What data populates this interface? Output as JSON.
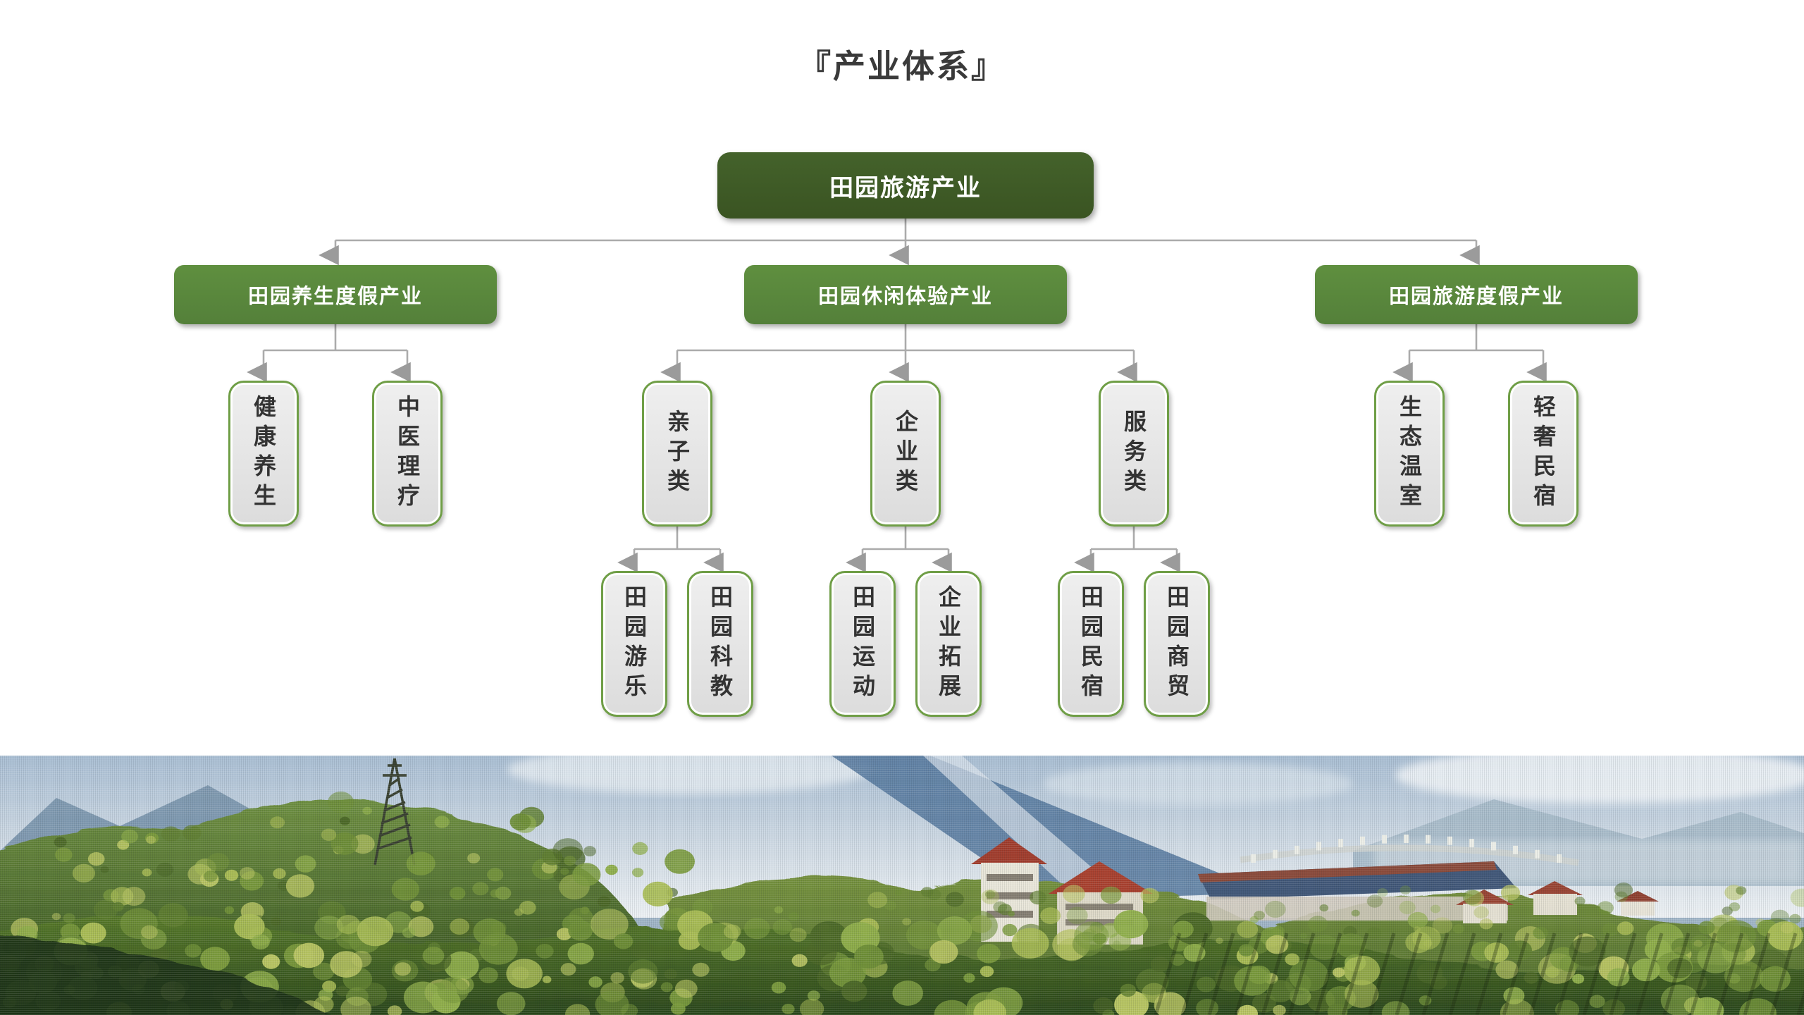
{
  "page": {
    "title": "『产业体系』",
    "background": "#ffffff"
  },
  "colors": {
    "root_green": "#3e5a26",
    "branch_green": "#588a3a",
    "leaf_border_green": "#6f9e46",
    "leaf_fill_gray": "#e3e3e3",
    "connector_gray": "#a9a9a9",
    "title_gray": "#3a3a3a",
    "node_text_white": "#ffffff",
    "leaf_text_dark": "#333333"
  },
  "tree": {
    "root": {
      "label": "田园旅游产业"
    },
    "level2": [
      {
        "label": "田园养生度假产业"
      },
      {
        "label": "田园休闲体验产业"
      },
      {
        "label": "田园旅游度假产业"
      }
    ],
    "level3": [
      {
        "label": "健康养生"
      },
      {
        "label": "中医理疗"
      },
      {
        "label": "亲子类"
      },
      {
        "label": "企业类"
      },
      {
        "label": "服务类"
      },
      {
        "label": "生态温室"
      },
      {
        "label": "轻奢民宿"
      }
    ],
    "level4": [
      {
        "label": "田园游乐"
      },
      {
        "label": "田园科教"
      },
      {
        "label": "田园运动"
      },
      {
        "label": "企业拓展"
      },
      {
        "label": "田园民宿"
      },
      {
        "label": "田园商贸"
      }
    ]
  },
  "photo": {
    "alt": "山村田园全景照片：远处蓝色山峦与云雾，山顶信号塔，红瓦白墙村舍，前景为茂密绿色树林"
  }
}
